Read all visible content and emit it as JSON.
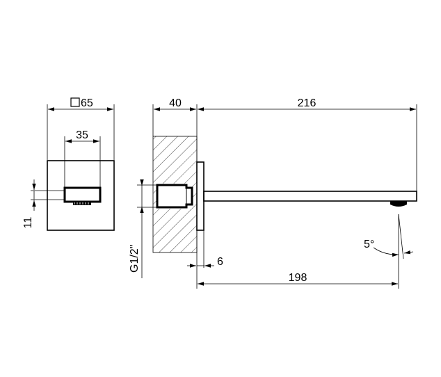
{
  "dimensions": {
    "square_65": "65",
    "spacing_35": "35",
    "height_11": "11",
    "wall_40": "40",
    "length_216": "216",
    "thread": "G1/2\"",
    "plate_6": "6",
    "length_198": "198",
    "angle_5": "5°"
  }
}
